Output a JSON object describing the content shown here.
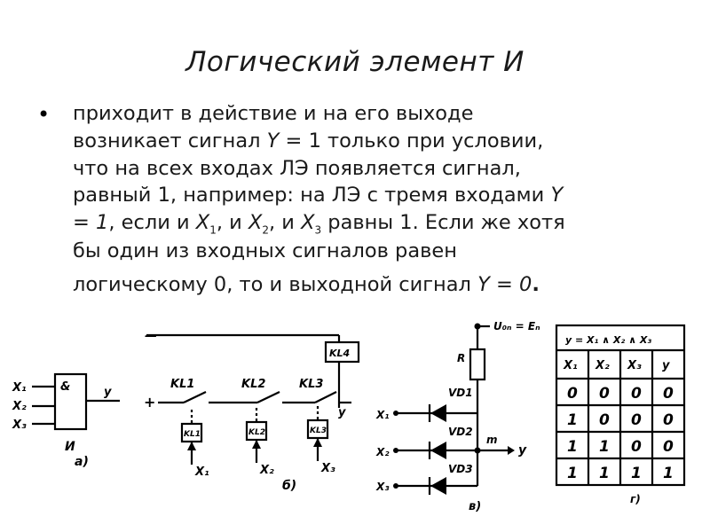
{
  "title": "Логический элемент И",
  "bullet_glyph": "•",
  "paragraph": {
    "l1": "приходит в действие и на его выходе",
    "l2a": "возникает сигнал ",
    "Y": "Y",
    "l2b": " = 1 только при условии,",
    "l3": "что на всех входах ЛЭ появляется сигнал,",
    "l4a": "равный 1, например: на ЛЭ с тремя входами  ",
    "l5a": "= 1",
    "l5b": ", если и ",
    "X": "X",
    "s1": "1",
    "s2": "2",
    "s3": "3",
    "l5c": ", и ",
    "l5d": " равны 1. Если же хотя",
    "l6": "бы один из входных сигналов равен",
    "l7a": "логическому 0, то и выходной сигнал ",
    "l7b": " = 0",
    "l7c": "."
  },
  "diagram_a": {
    "inputs": [
      "X₁",
      "X₂",
      "X₃"
    ],
    "symbol": "&",
    "output": "y",
    "name": "И",
    "caption": "а)"
  },
  "diagram_b": {
    "plus": "+",
    "minus": "—",
    "relays": [
      "KL1",
      "KL2",
      "KL3"
    ],
    "coils": [
      "KL1",
      "KL2",
      "KL3"
    ],
    "out_relay": "KL4",
    "output": "y",
    "inputs": [
      "X₁",
      "X₂",
      "X₃"
    ],
    "caption": "б)"
  },
  "diagram_c": {
    "supply": "U₀ₙ = Eₙ",
    "resistor": "R",
    "diodes": [
      "VD1",
      "VD2",
      "VD3"
    ],
    "inputs": [
      "X₁",
      "X₂",
      "X₃"
    ],
    "node": "m",
    "output": "y",
    "caption": "в)"
  },
  "truth_table": {
    "formula": "y = X₁ ∧ X₂ ∧ X₃",
    "headers": [
      "X₁",
      "X₂",
      "X₃",
      "y"
    ],
    "rows": [
      [
        "0",
        "0",
        "0",
        "0"
      ],
      [
        "1",
        "0",
        "0",
        "0"
      ],
      [
        "1",
        "1",
        "0",
        "0"
      ],
      [
        "1",
        "1",
        "1",
        "1"
      ]
    ],
    "caption": "г)"
  }
}
